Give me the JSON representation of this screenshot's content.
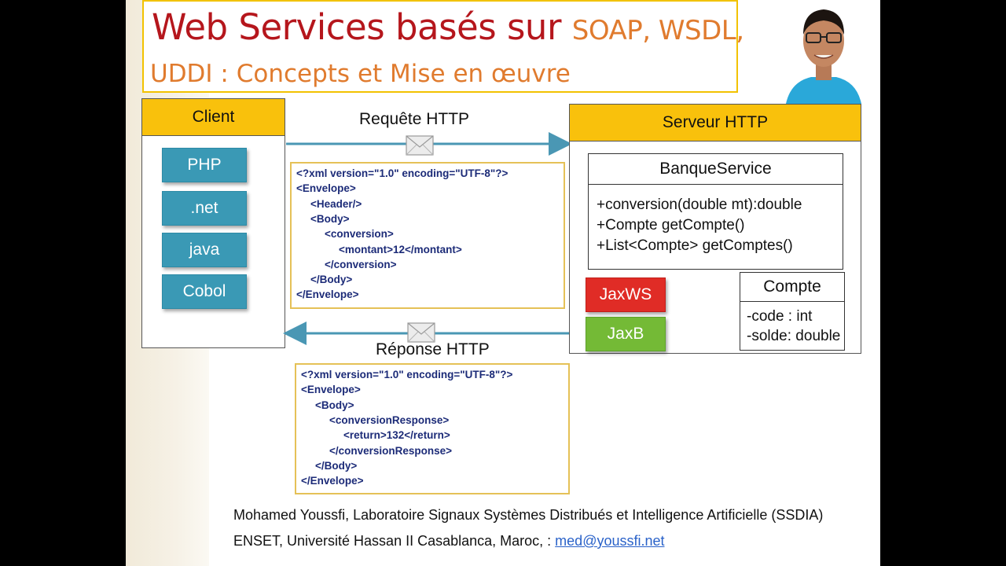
{
  "title": {
    "line1_main": "Web Services basés sur",
    "line1_highlight": "SOAP, WSDL,",
    "line2": "UDDI : Concepts et Mise en œuvre"
  },
  "client": {
    "header": "Client",
    "languages": [
      "PHP",
      ".net",
      "java",
      "Cobol"
    ]
  },
  "server": {
    "header": "Serveur HTTP",
    "service_class": {
      "name": "BanqueService",
      "methods": [
        "+conversion(double mt):double",
        "+Compte getCompte()",
        "+List<Compte> getComptes()"
      ]
    },
    "frameworks": [
      {
        "label": "JaxWS",
        "color": "#e02c26"
      },
      {
        "label": "JaxB",
        "color": "#74ba36"
      }
    ],
    "entity_class": {
      "name": "Compte",
      "attributes": [
        "-code : int",
        "-solde: double"
      ]
    }
  },
  "request": {
    "label": "Requête HTTP",
    "xml": [
      "<?xml version=\"1.0\" encoding=\"UTF-8\"?>",
      "<Envelope>",
      "<Header/>",
      "<Body>",
      "<conversion>",
      "<montant>12</montant>",
      "</conversion>",
      "</Body>",
      "</Envelope>"
    ],
    "indent": [
      0,
      0,
      1,
      1,
      2,
      3,
      2,
      1,
      0
    ]
  },
  "response": {
    "label": "Réponse HTTP",
    "xml": [
      "<?xml version=\"1.0\" encoding=\"UTF-8\"?>",
      "<Envelope>",
      "<Body>",
      "<conversionResponse>",
      "<return>132</return>",
      "</conversionResponse>",
      "</Body>",
      "</Envelope>"
    ],
    "indent": [
      0,
      0,
      1,
      2,
      3,
      2,
      1,
      0
    ]
  },
  "footer": {
    "line1": "Mohamed Youssfi, Laboratoire Signaux Systèmes Distribués et Intelligence Artificielle (SSDIA)",
    "line2": "ENSET, Université Hassan II Casablanca, Maroc, : ",
    "email": "med@youssfi.net"
  },
  "colors": {
    "header_fill": "#f9c10c",
    "language_button": "#3a99b5",
    "arrow": "#4a97b4",
    "title_red": "#b5161c",
    "title_orange": "#e07b2e"
  },
  "icons": [
    "envelope-icon",
    "presenter-photo"
  ]
}
